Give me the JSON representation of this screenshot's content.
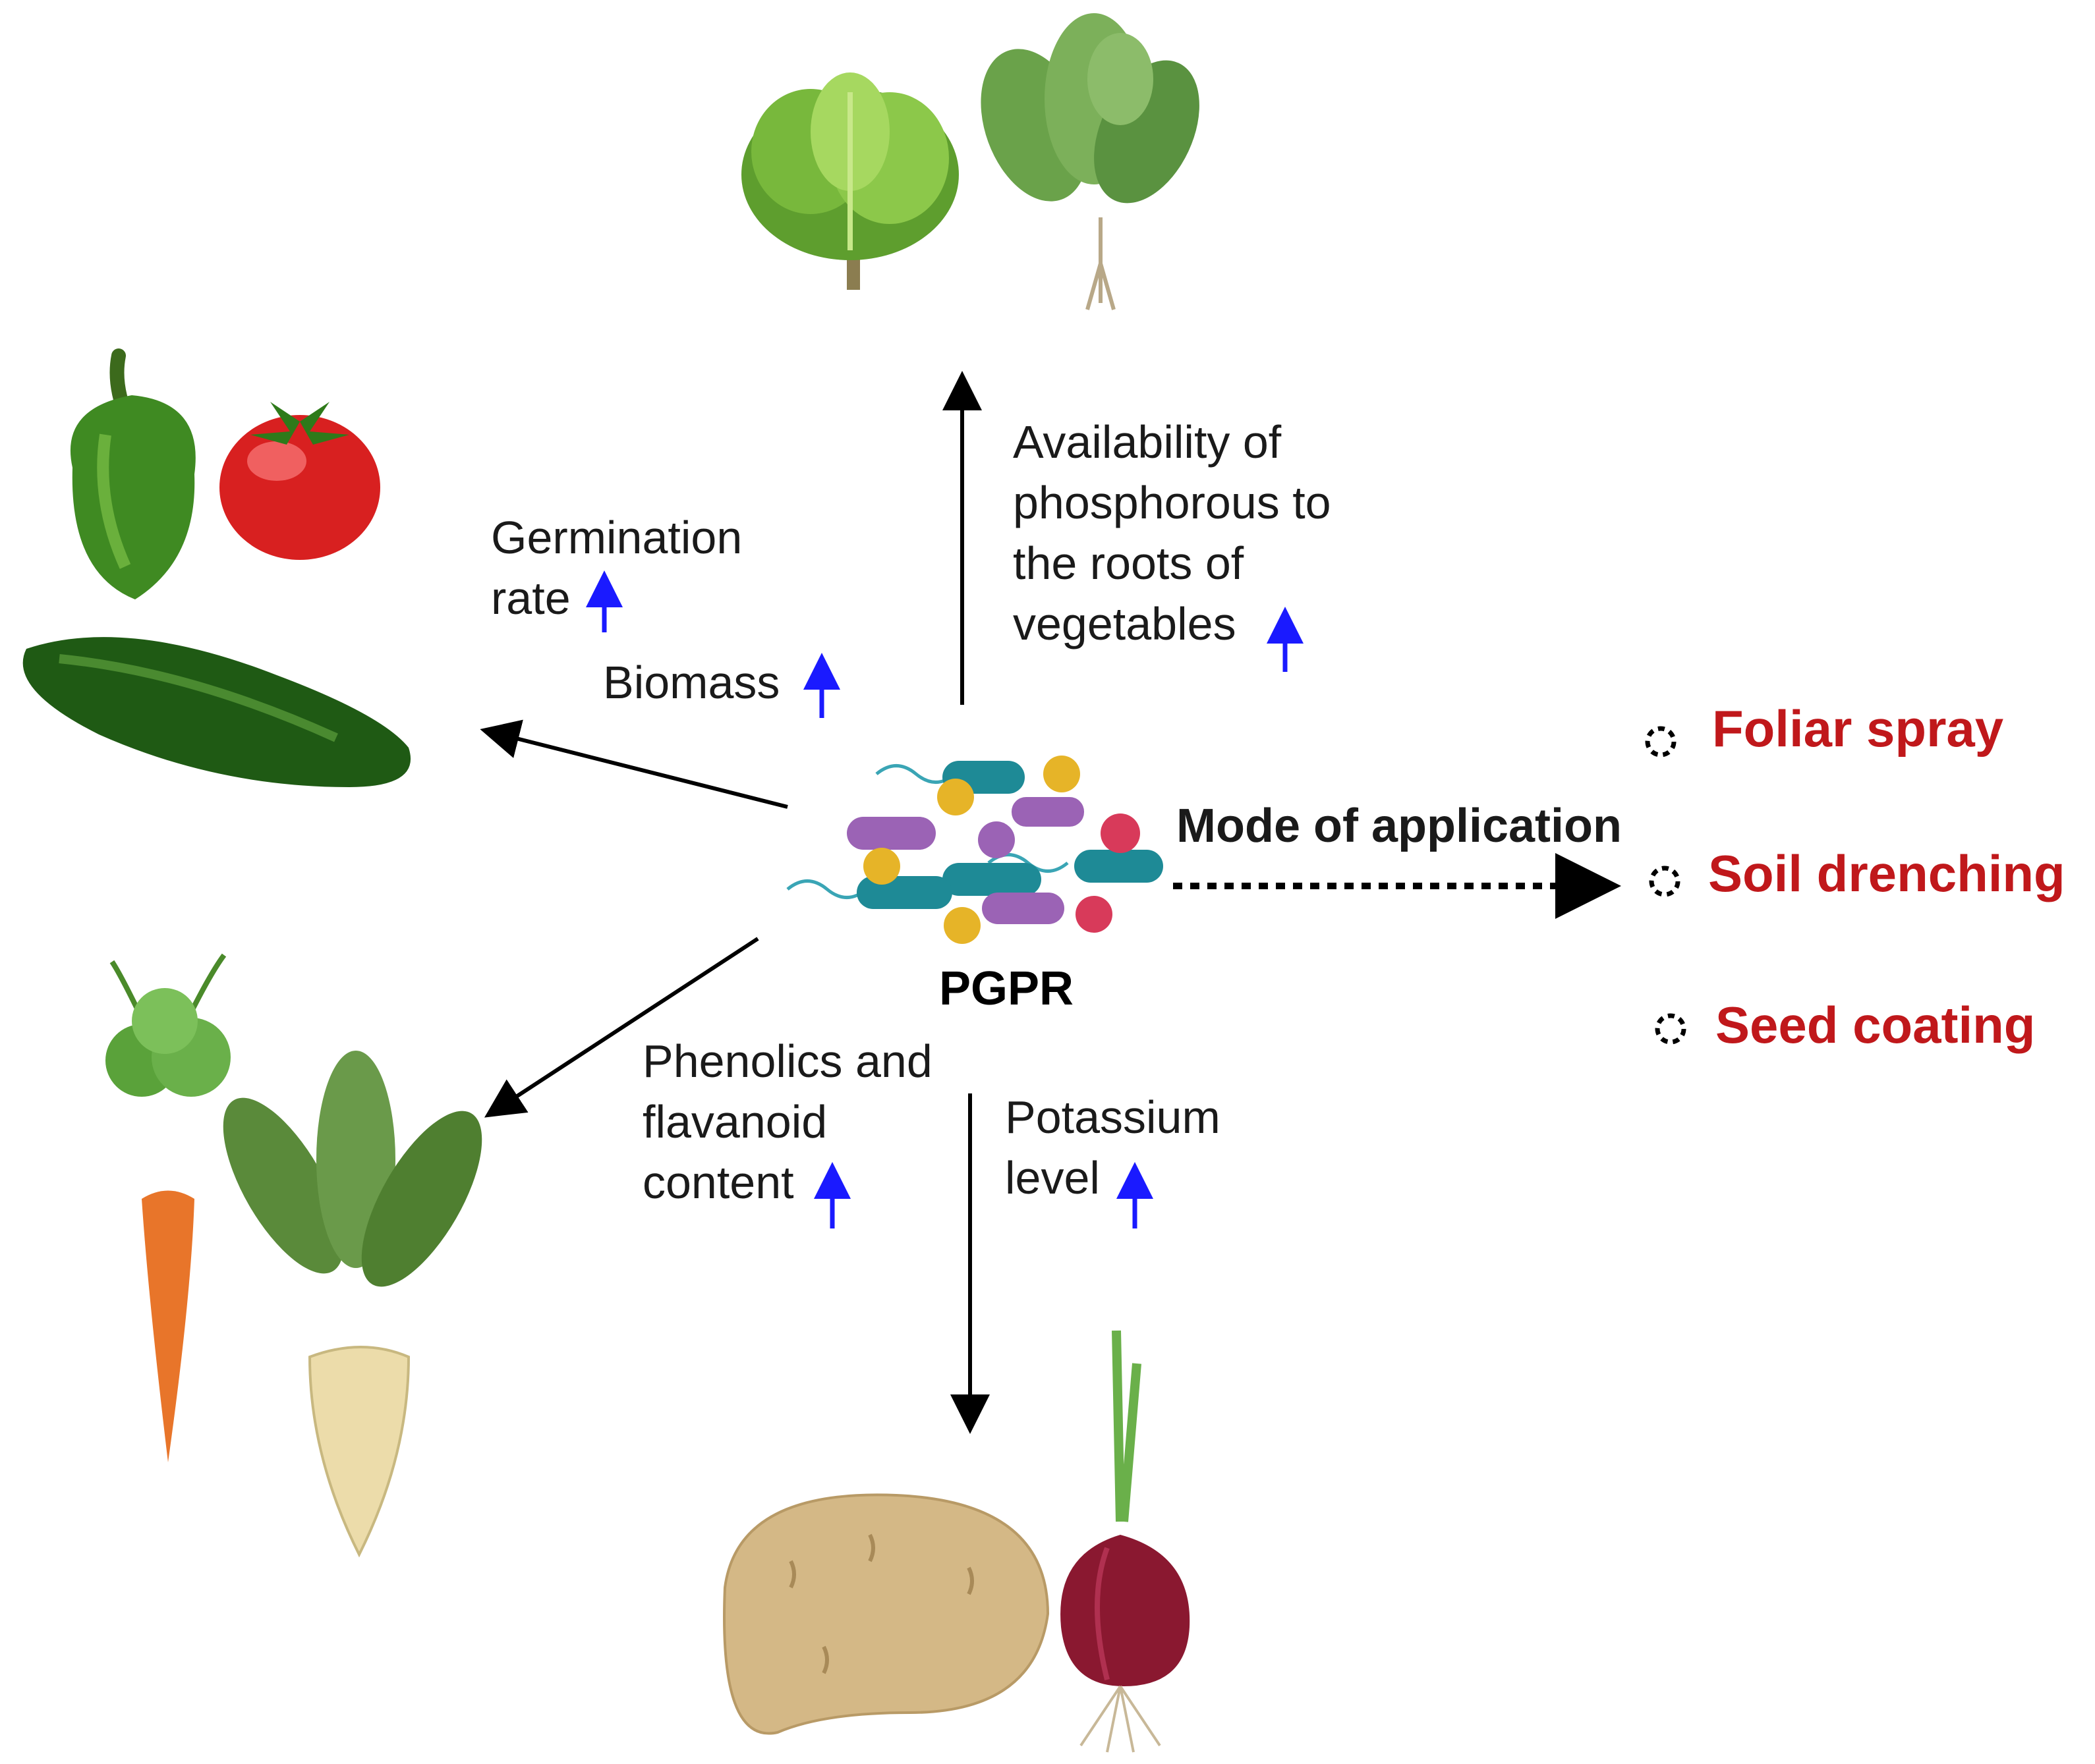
{
  "center": {
    "label": "PGPR"
  },
  "effects": {
    "germination": {
      "line1": "Germination",
      "line2": "rate"
    },
    "biomass": {
      "label": "Biomass"
    },
    "phosphorous": {
      "line1": "Availability of",
      "line2": "phosphorous to",
      "line3": "the roots of",
      "line4": "vegetables"
    },
    "phenolics": {
      "line1": "Phenolics and",
      "line2": "flavanoid",
      "line3": "content"
    },
    "potassium": {
      "line1": "Potassium",
      "line2": "level"
    }
  },
  "application": {
    "title": "Mode of application",
    "methods": [
      "Foliar spray",
      "Soil drenching",
      "Seed coating"
    ]
  },
  "icons": {
    "increase": "up-arrow-icon",
    "vegetables": [
      "lettuce-icon",
      "spinach-icon",
      "pepper-icon",
      "tomato-icon",
      "cucumber-icon",
      "carrot-icon",
      "beet-icon",
      "potato-icon",
      "onion-icon"
    ]
  },
  "colors": {
    "method_text": "#c0181b",
    "increase_arrow": "#1a1aff",
    "teal_bacteria": "#1e8a96",
    "purple_bacteria": "#9b63b5",
    "yellow_cell": "#e6b428",
    "pink_cell": "#d83a5a"
  }
}
